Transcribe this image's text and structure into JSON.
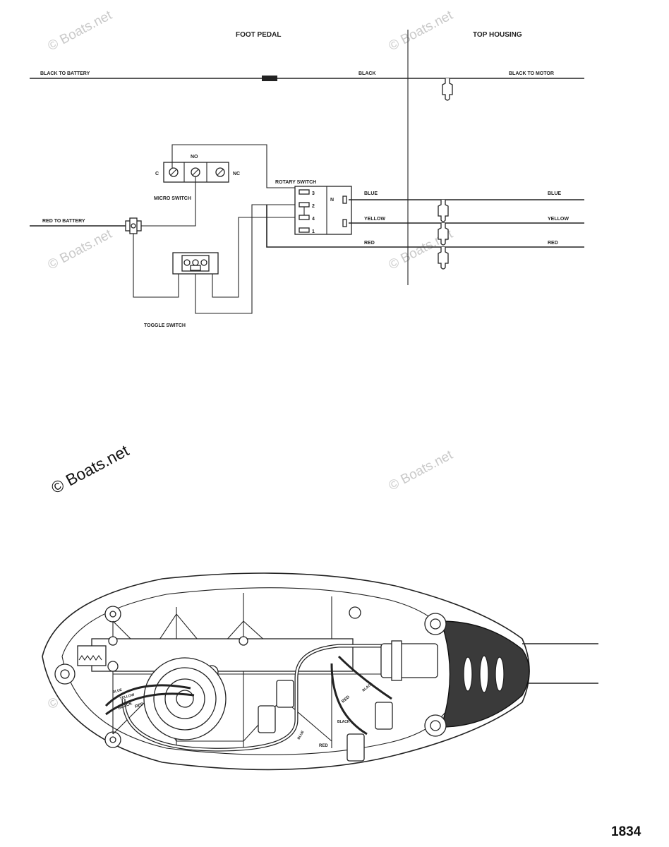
{
  "sections": {
    "foot_pedal": "FOOT PEDAL",
    "top_housing": "TOP HOUSING"
  },
  "wires": {
    "black_to_battery": "BLACK TO BATTERY",
    "black": "BLACK",
    "black_to_motor": "BLACK TO MOTOR",
    "red_to_battery": "RED TO BATTERY",
    "blue_left": "BLUE",
    "yellow_left": "YELLOW",
    "red_left": "RED",
    "blue_right": "BLUE",
    "yellow_right": "YELLOW",
    "red_right": "RED"
  },
  "components": {
    "micro_switch": "MICRO SWITCH",
    "micro_c": "C",
    "micro_no": "NO",
    "micro_nc": "NC",
    "rotary_switch": "ROTARY SWITCH",
    "rotary_n": "N",
    "rotary_pins": [
      "3",
      "2",
      "4",
      "1"
    ],
    "toggle_switch": "TOGGLE SWITCH"
  },
  "pedal_labels": {
    "blue": "BLUE",
    "yellow": "YELLOW",
    "black_1": "BLACK",
    "red_1": "RED",
    "red_2": "RED",
    "red_3": "RED",
    "black_2": "BLACK",
    "black_3": "BLACK",
    "blue_2": "BLUE"
  },
  "watermark": "© Boats.net",
  "page_number": "1834",
  "icons": {
    "wire_splice": "splice-icon",
    "bullet_connector": "bullet-connector-icon",
    "screw_terminal": "screw-terminal-icon"
  }
}
